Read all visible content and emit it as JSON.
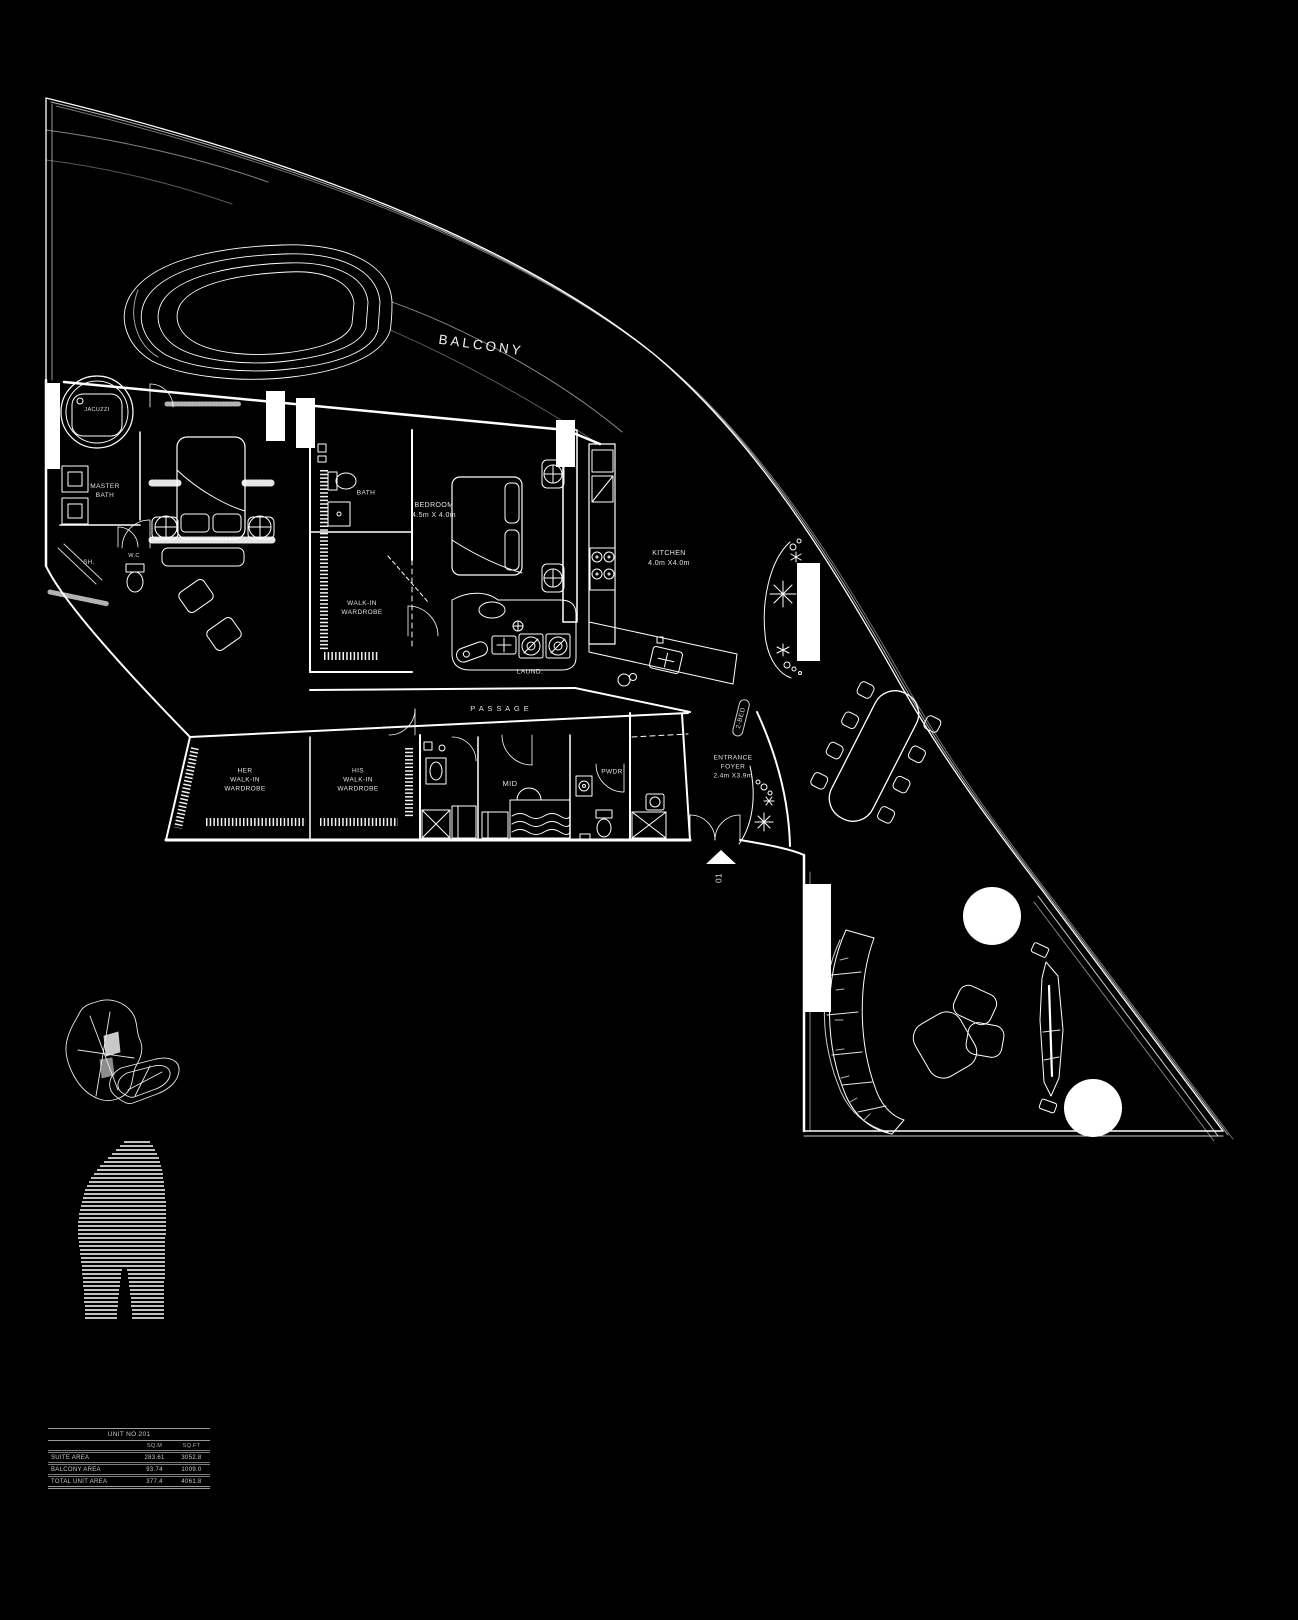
{
  "colors": {
    "background": "#000000",
    "line": "#ffffff",
    "text": "#e2e2e2"
  },
  "labels": {
    "balcony": "BALCONY",
    "jacuzzi": "JACUZZI",
    "master_bath": "MASTER\nBATH",
    "sh": "SH.",
    "wc": "W.C",
    "bath": "BATH",
    "bedroom": "BEDROOM\n4.5m X 4.0m",
    "kitchen": "KITCHEN\n4.0m X4.0m",
    "walk_in_wardrobe": "WALK-IN\nWARDROBE",
    "laundry": "LAUND.",
    "passage": "P A S S A G E",
    "her_wardrobe": "HER\nWALK-IN\nWARDROBE",
    "his_wardrobe": "HIS\nWALK-IN\nWARDROBE",
    "mid": "MID",
    "pwdr": "PWDR",
    "entrance_foyer": "ENTRANCE\nFOYER\n2.4m X3.9m",
    "unit_type_tag": "2-BED",
    "unit_number": "01"
  },
  "area_table": {
    "title": "UNIT NO 201",
    "columns": [
      "SQ.M",
      "SQ.FT"
    ],
    "rows": [
      {
        "label": "SUITE AREA",
        "sqm": "283.61",
        "sqft": "3052.8"
      },
      {
        "label": "BALCONY AREA",
        "sqm": "93.74",
        "sqft": "1009.0"
      },
      {
        "label": "TOTAL UNIT AREA",
        "sqm": "377.4",
        "sqft": "4061.8"
      }
    ]
  }
}
